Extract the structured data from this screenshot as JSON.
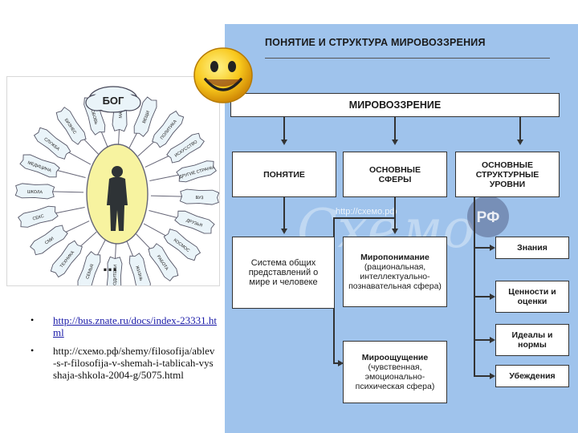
{
  "slide": {
    "title": "ПОНЯТИЕ И СТРУКТУРА МИРОВОЗЗРЕНИЯ",
    "links": [
      "http://bus.znate.ru/docs/index-23331.html",
      "http://схемо.рф/shemy/filosofija/ablev-s-r-filosofija-v-shemah-i-tablicah-vysshaja-shkola-2004-g/5075.html"
    ],
    "bullet": "•"
  },
  "illustration": {
    "center_label": "БОГ",
    "ellipsis": "...",
    "petals": [
      "ВЕЩИ",
      "ПОЛИТИКА",
      "ИСКУССТВО",
      "ДРУГИЕ СТРАНЫ",
      "ВУЗ",
      "ДРУЗЬЯ",
      "КОСМОС",
      "РАБОТА",
      "ЖИЗНЬ",
      "РОДИТЕЛИ",
      "СЕМЬЯ",
      "ТЕХНИКА",
      "СМИ",
      "СЕКС",
      "ШКОЛА",
      "МЕДИЦИНА",
      "СЛУЖБА",
      "БИЗНЕС",
      "ЛЮБОВЬ",
      "МАМА"
    ]
  },
  "diagram": {
    "root": "МИРОВОЗЗРЕНИЕ",
    "col1_head": "ПОНЯТИЕ",
    "col2_head": "ОСНОВНЫЕ СФЕРЫ",
    "col3_head": "ОСНОВНЫЕ СТРУКТУРНЫЕ УРОВНИ",
    "concept_text": "Система общих представлений о мире и человеке",
    "sphere1_title": "Миропонимание",
    "sphere1_text": "(рациональная, интеллектуально-познавательная сфера)",
    "sphere2_title": "Мироощущение",
    "sphere2_text": "(чувственная, эмоционально-психическая сфера)",
    "levels": [
      "Знания",
      "Ценности и оценки",
      "Идеалы и нормы",
      "Убеждения"
    ]
  },
  "watermark": {
    "text": "Схемо",
    "url": "http://схемо.рф",
    "badge": "РФ"
  },
  "colors": {
    "panel": "#9fc3ec",
    "ellipse": "#f7f3a0",
    "petal": "#eaf4f9",
    "smiley": "#f8c81c"
  }
}
